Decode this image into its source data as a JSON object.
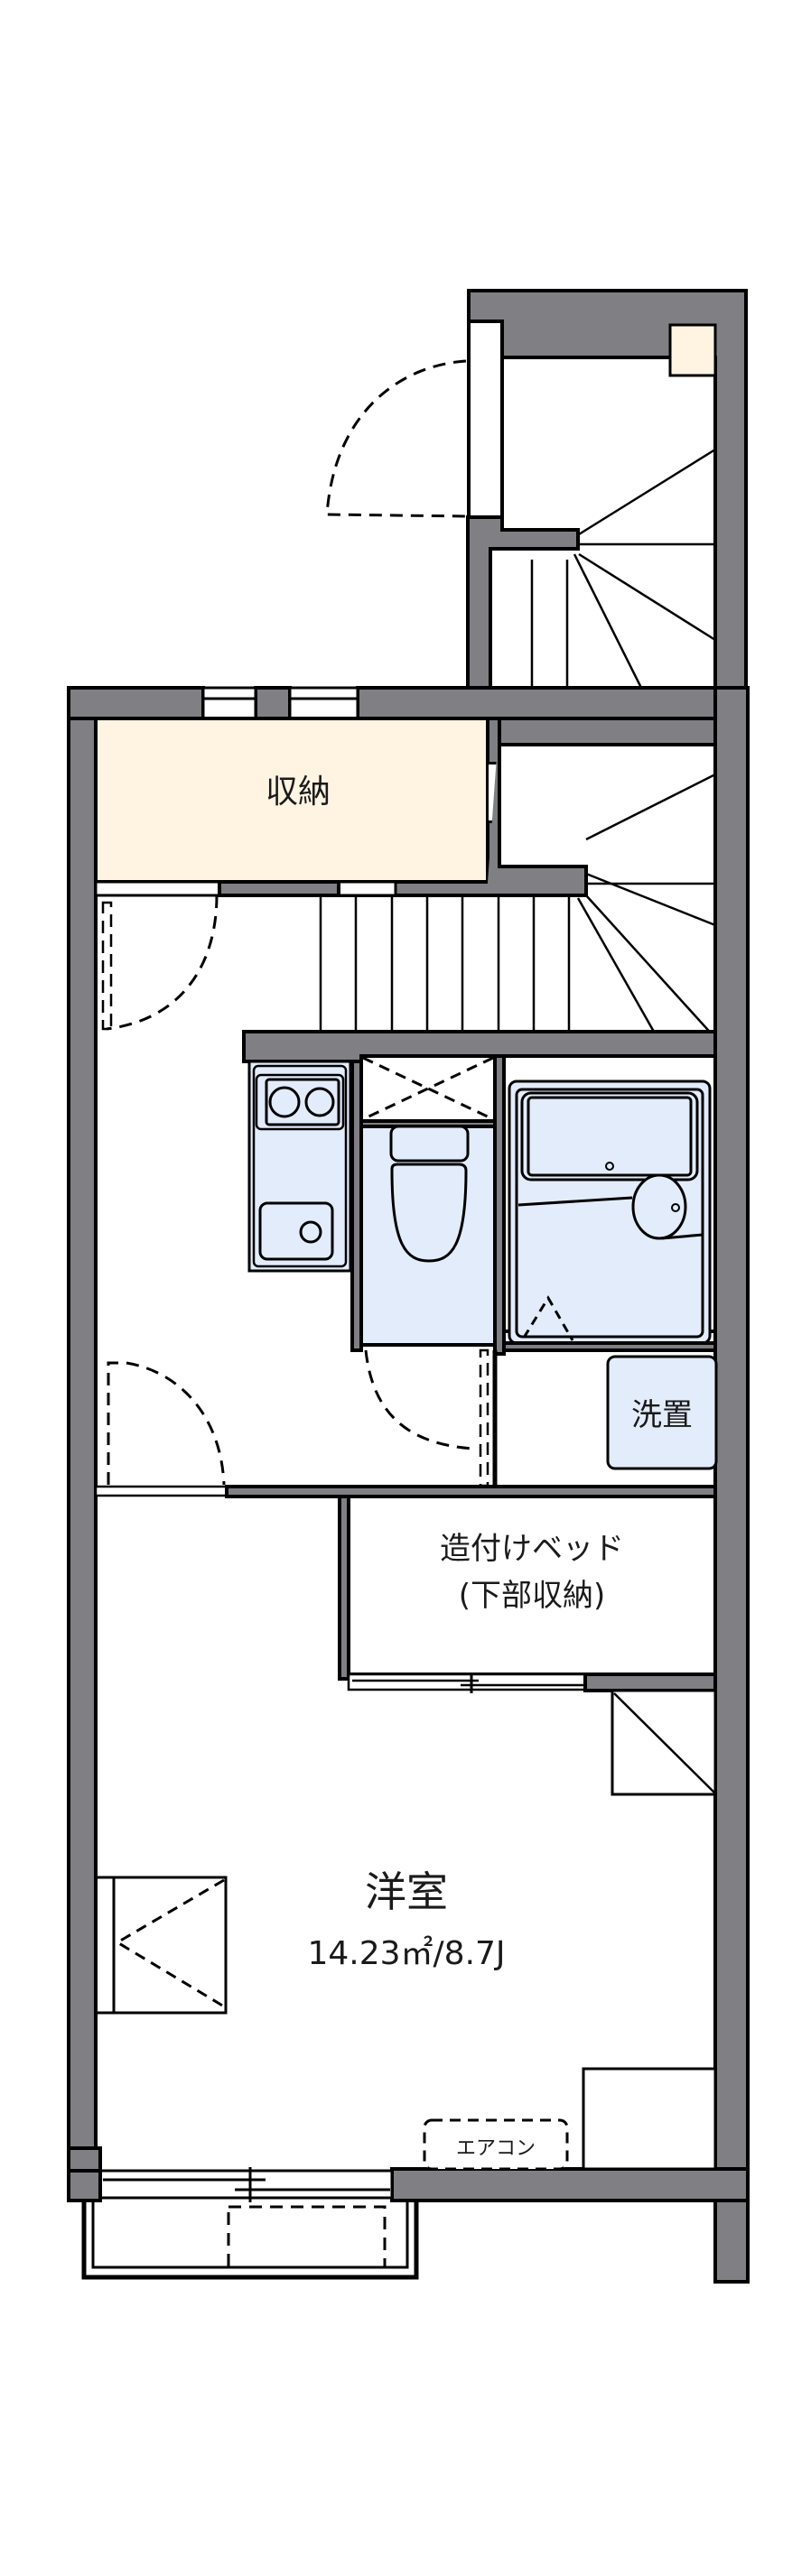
{
  "floor_plan": {
    "type": "apartment-1K-loft",
    "colors": {
      "wall": "#7f7f84",
      "outline": "#000000",
      "storage_fill": "#fff4e2",
      "fixture_fill": "#e3ecfb",
      "background": "#ffffff"
    },
    "rooms": {
      "storage": {
        "label": "収納"
      },
      "western_room": {
        "label": "洋室",
        "area": "14.23㎡/8.7J"
      },
      "built_in_bed": {
        "label_line1": "造付けベッド",
        "label_line2": "(下部収納)"
      },
      "washer_space": {
        "label": "洗置"
      },
      "air_conditioner": {
        "label": "エアコン"
      }
    },
    "fixtures": [
      "kitchen-sink-stove",
      "toilet",
      "unit-bath",
      "staircase-upper",
      "staircase-lower",
      "balcony"
    ]
  }
}
